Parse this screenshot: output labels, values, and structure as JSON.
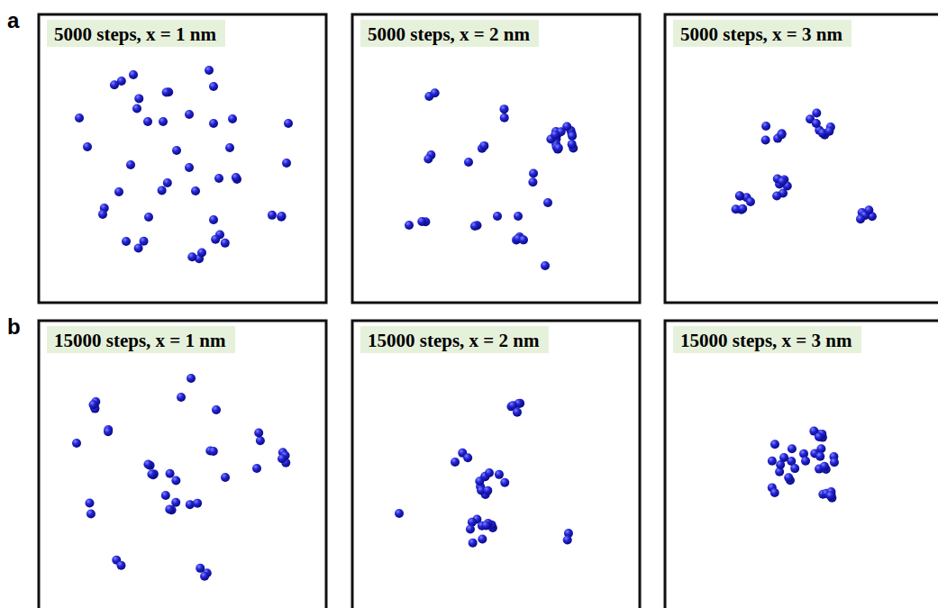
{
  "diagram": {
    "nodes": [
      {
        "text": [
          "5000 steps, x = 1 nm"
        ]
      },
      {
        "text": [
          "5000 steps, x = 2 nm"
        ]
      },
      {
        "text": [
          "5000 steps, x = 3 nm"
        ]
      },
      {
        "text": [
          "15000 steps, x = 1 nm"
        ]
      },
      {
        "text": [
          "15000 steps, x = 2 nm"
        ]
      },
      {
        "text": [
          "15000 steps, x = 3 nm"
        ]
      }
    ],
    "labels": [
      "a",
      "b"
    ]
  }
}
